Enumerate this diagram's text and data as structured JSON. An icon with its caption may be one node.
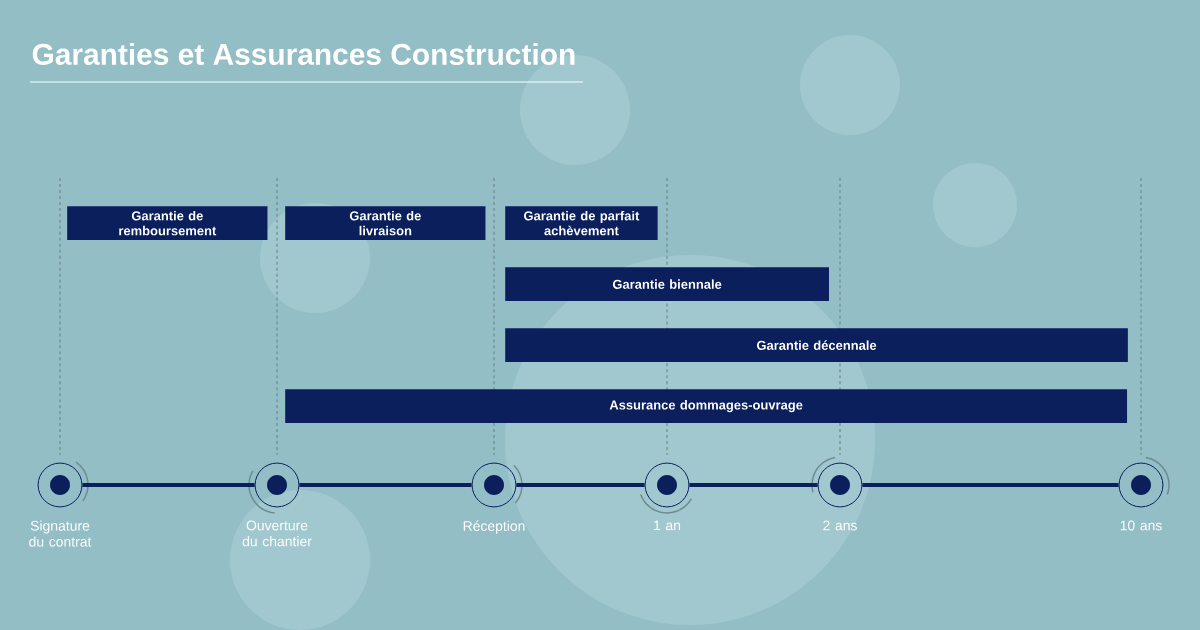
{
  "diagram": {
    "title": "Garanties et Assurances Construction",
    "nodes": [
      {
        "text": [],
        "shape": "circle",
        "beside": [
          "Signature du contrat"
        ]
      },
      {
        "text": [],
        "shape": "circle",
        "beside": [
          "Ouverture du chantier"
        ]
      },
      {
        "text": [],
        "shape": "circle",
        "beside": [
          "Réception"
        ]
      },
      {
        "text": [],
        "shape": "circle",
        "beside": [
          "1 an"
        ]
      },
      {
        "text": [],
        "shape": "circle",
        "beside": [
          "2 ans"
        ]
      },
      {
        "text": [],
        "shape": "circle",
        "beside": [
          "10 ans"
        ]
      },
      {
        "text": [
          "Garantie de remboursement"
        ]
      },
      {
        "text": [
          "Garantie de livraison"
        ]
      },
      {
        "text": [
          "Garantie de parfait achèvement"
        ]
      },
      {
        "text": [
          "Garantie biennale"
        ]
      },
      {
        "text": [
          "Garantie décennale"
        ]
      },
      {
        "text": [
          "Assurance dommages-ouvrage"
        ]
      }
    ],
    "edges": [
      {
        "from": 0,
        "to": 1,
        "arrow": "none"
      },
      {
        "from": 1,
        "to": 2,
        "arrow": "none"
      },
      {
        "from": 2,
        "to": 3,
        "arrow": "none"
      },
      {
        "from": 3,
        "to": 4,
        "arrow": "none"
      },
      {
        "from": 4,
        "to": 5,
        "arrow": "none"
      }
    ]
  }
}
